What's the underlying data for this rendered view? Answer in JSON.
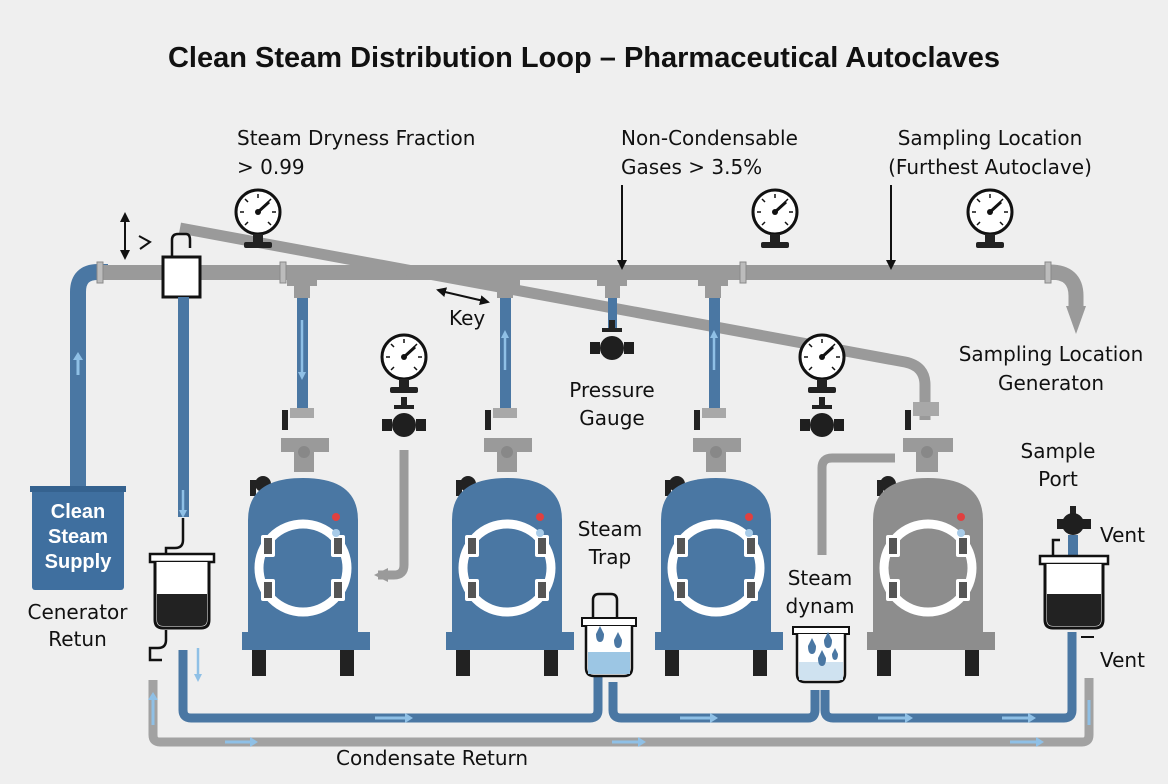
{
  "title": "Clean Steam Distribution Loop – Pharmaceutical Autoclaves",
  "labels": {
    "dryness_line1": "Steam Dryness Fraction",
    "dryness_line2": "> 0.99",
    "noncond_line1": "Non-Condensable",
    "noncond_line2": "Gases > 3.5%",
    "sampling_top_line1": "Sampling Location",
    "sampling_top_line2": "(Furthest Autoclave)",
    "key": "Key",
    "sampling_gen_line1": "Sampling Location",
    "sampling_gen_line2": "Generaton",
    "pressure_line1": "Pressure",
    "pressure_line2": "Gauge",
    "sample_port_line1": "Sample",
    "sample_port_line2": "Port",
    "vent_top": "Vent",
    "vent_bottom": "Vent",
    "steam_trap_line1": "Steam",
    "steam_trap_line2": "Trap",
    "steam_dynam_line1": "Steam",
    "steam_dynam_line2": "dynam",
    "supply_line1": "Clean",
    "supply_line2": "Steam",
    "supply_line3": "Supply",
    "generator_return_line1": "Cenerator",
    "generator_return_line2": "Retun",
    "condensate_return": "Condensate Return"
  },
  "colors": {
    "steam_blue": "#4a77a3",
    "pipe_gray": "#9a9a9a",
    "autoclave_gray": "#8d8d8d",
    "arrow_light_blue": "#8fc0e6",
    "background": "#efefef"
  },
  "icons": [
    "pressure-gauge-icon",
    "valve-icon",
    "autoclave-icon",
    "steam-trap-icon",
    "sample-cooler-icon",
    "flow-arrow-icon"
  ]
}
